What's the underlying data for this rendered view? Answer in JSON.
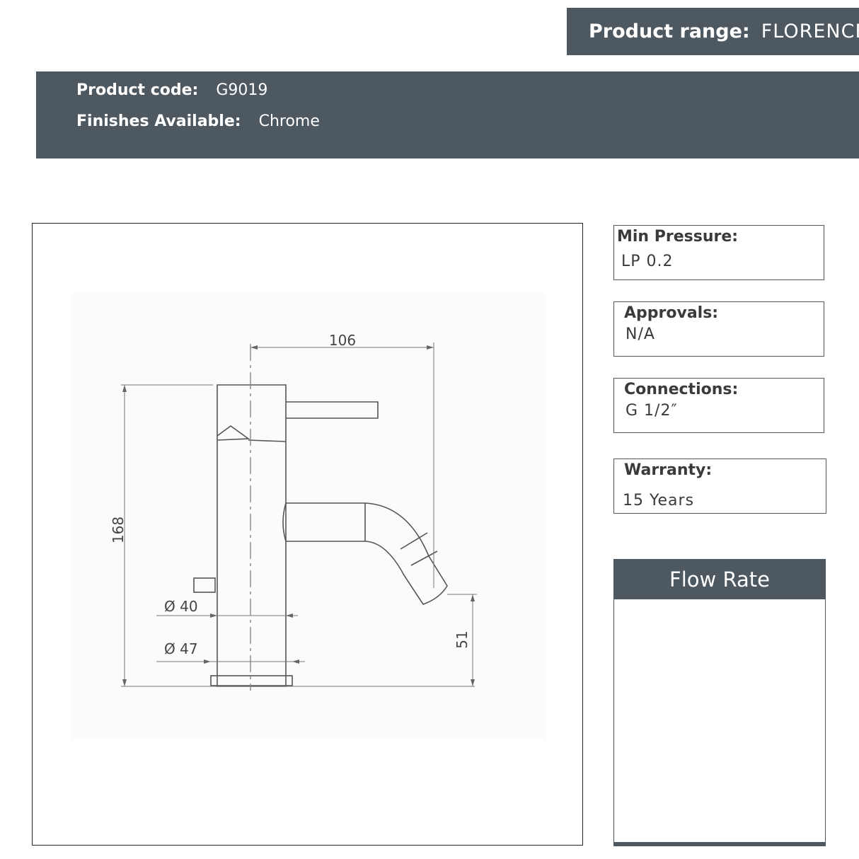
{
  "header": {
    "range_label": "Product range:",
    "range_value": "FLORENCE"
  },
  "info": {
    "code_label": "Product code:",
    "code_value": "G9019",
    "finishes_label": "Finishes Available:",
    "finishes_value": "Chrome"
  },
  "drawing": {
    "dim_width": "106",
    "dim_height": "168",
    "dim_dia_inner": "Ø 40",
    "dim_dia_outer": "Ø 47",
    "dim_spout_height": "51"
  },
  "specs": {
    "min_pressure_label": "Min Pressure:",
    "min_pressure_value": "LP 0.2",
    "approvals_label": "Approvals:",
    "approvals_value": "N/A",
    "connections_label": "Connections:",
    "connections_value": "G 1/2″",
    "warranty_label": "Warranty:",
    "warranty_value": "15 Years"
  },
  "flow_rate": {
    "title": "Flow Rate"
  },
  "colors": {
    "bar": "#4d5861",
    "text": "#3a3a3a"
  }
}
